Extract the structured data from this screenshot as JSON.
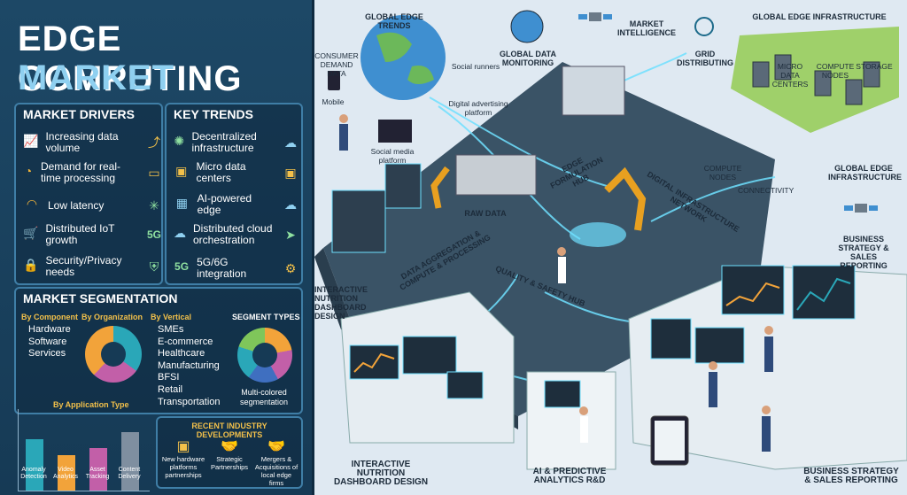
{
  "title": {
    "line1": "EDGE COMPUTING",
    "line2": "MARKET"
  },
  "drivers": {
    "heading": "MARKET DRIVERS",
    "items": [
      {
        "label": "Increasing data volume",
        "icon": "chart-up-icon"
      },
      {
        "label": "Demand for real-time processing",
        "icon": "gauge-icon"
      },
      {
        "label": "Low latency",
        "icon": "speedometer-icon"
      },
      {
        "label": "Distributed IoT growth",
        "icon": "cart-icon",
        "badge": "5G"
      },
      {
        "label": "Security/Privacy needs",
        "icon": "lock-icon"
      }
    ]
  },
  "trends": {
    "heading": "KEY TRENDS",
    "items": [
      {
        "label": "Decentralized infrastructure",
        "icon": "network-icon"
      },
      {
        "label": "Micro data centers",
        "icon": "chip-icon"
      },
      {
        "label": "AI-powered edge",
        "icon": "ai-chip-icon"
      },
      {
        "label": "Distributed cloud orchestration",
        "icon": "cloud-icon"
      },
      {
        "label": "5G/6G integration",
        "icon": "5g-icon",
        "prefix": "5G"
      }
    ]
  },
  "segmentation": {
    "heading": "MARKET SEGMENTATION",
    "by_component": "By Component",
    "by_organization": "By Organization",
    "by_vertical": "By Vertical",
    "segment_types": "SEGMENT TYPES",
    "components": [
      "Hardware",
      "Software",
      "Services"
    ],
    "verticals": [
      "SMEs",
      "E-commerce",
      "Healthcare",
      "Manufacturing",
      "BFSI",
      "Retail",
      "Transportation"
    ],
    "multi_label": "Multi-colored segmentation",
    "app_type": "By Application Type",
    "bars": [
      {
        "label": "Anomaly Detection",
        "value": 88,
        "color": "#2aa7b8"
      },
      {
        "label": "Video Analytics",
        "value": 60,
        "color": "#f2a33a"
      },
      {
        "label": "Asset Tracking",
        "value": 72,
        "color": "#c25fa8"
      },
      {
        "label": "Content Delivery",
        "value": 100,
        "color": "#7f8fa0"
      }
    ],
    "donut_colors": [
      "#2aa7b8",
      "#c25fa8",
      "#f2a33a",
      "#7fc65a",
      "#3f6fc0"
    ]
  },
  "developments": {
    "heading": "RECENT INDUSTRY DEVELOPMENTS",
    "items": [
      {
        "label": "New hardware platforms partnerships",
        "icon": "chip-icon"
      },
      {
        "label": "Strategic Partnerships",
        "icon": "handshake-icon"
      },
      {
        "label": "Mergers & Acquisitions of local edge firms",
        "icon": "merge-icon"
      }
    ]
  },
  "illustration": {
    "global_edge_trends": "GLOBAL EDGE TRENDS",
    "consumer_demand": "CONSUMER DEMAND DATA",
    "mobile": "Mobile",
    "social_runners": "Social runners",
    "digital_advertising": "Digital advertising platform",
    "social_media": "Social media platform",
    "global_data_monitoring": "GLOBAL DATA MONITORING",
    "market_intelligence": "MARKET INTELLIGENCE",
    "grid_distributing": "GRID DISTRIBUTING",
    "global_edge_infra": "GLOBAL EDGE INFRASTRUCTURE",
    "micro_data_centers": "MICRO DATA CENTERS",
    "compute_nodes": "COMPUTE NODES",
    "storage": "STORAGE",
    "edge_formulation_hub": "EDGE FORMULATION HUB",
    "digital_infra_network": "DIGITAL INFRASTRUCTURE NETWORK",
    "compute_nodes_2": "COMPUTE NODES",
    "connectivity": "CONNECTIVITY",
    "global_edge_infra_2": "GLOBAL EDGE INFRASTRUCTURE",
    "raw_data": "RAW DATA",
    "data_aggregation": "DATA AGGREGATION & COMPUTE & PROCESSING",
    "quality_safety_hub": "QUALITY & SAFETY HUB",
    "business_strategy": "BUSINESS STRATEGY & SALES REPORTING",
    "interactive_dashboard": "INTERACTIVE NUTRITION DASHBOARD DESIGN",
    "interactive_dashboard_2": "INTERACTIVE NUTRITION DASHBOARD DESIGN",
    "ai_predictive": "AI & PREDICTIVE ANALYTICS R&D",
    "business_strategy_2": "BUSINESS STRATEGY & SALES REPORTING"
  }
}
